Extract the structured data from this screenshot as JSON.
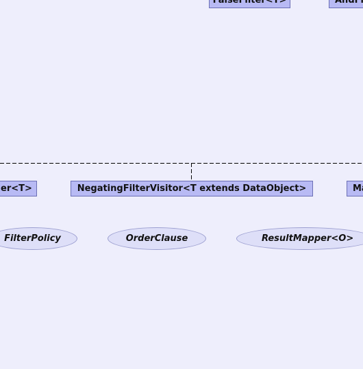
{
  "diagram": {
    "nodes": {
      "false_filter": {
        "label": "FalseFilter<T>"
      },
      "and_filter": {
        "label": "AndFi"
      },
      "visitor_left": {
        "label": "er<T>"
      },
      "negating_visitor": {
        "label": "NegatingFilterVisitor<T extends DataObject>"
      },
      "right_class": {
        "label": "Ma"
      },
      "filter_policy": {
        "label": "FilterPolicy"
      },
      "order_clause": {
        "label": "OrderClause"
      },
      "result_mapper": {
        "label": "ResultMapper<O>"
      }
    },
    "colors": {
      "background": "#eeeefc",
      "class_fill": "#b8baf4",
      "class_border": "#6b6fb5",
      "interface_fill": "#dedff8",
      "interface_border": "#9c9fd0",
      "edge": "#000000"
    },
    "edges": [
      {
        "style": "dashed",
        "from": "negating_visitor",
        "to": "hierarchy-bus"
      }
    ]
  }
}
